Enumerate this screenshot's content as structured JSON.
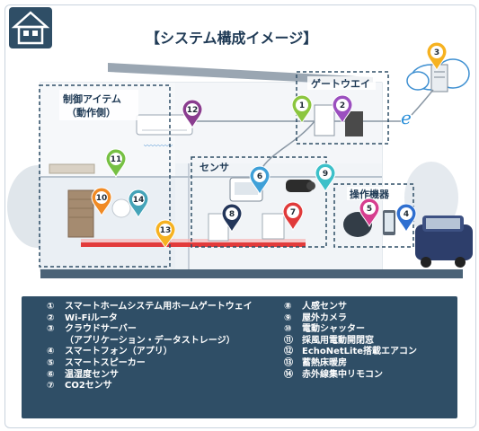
{
  "title": "【システム構成イメージ】",
  "areas": {
    "control": "制御アイテム",
    "control_sub": "（動作側）",
    "gateway": "ゲートウエイ",
    "sensor": "センサ",
    "operation": "操作機器"
  },
  "pins": [
    {
      "id": "1",
      "color": "#8cc63f"
    },
    {
      "id": "2",
      "color": "#9b4fbf"
    },
    {
      "id": "3",
      "color": "#f6b221"
    },
    {
      "id": "4",
      "color": "#2f6fd0"
    },
    {
      "id": "5",
      "color": "#d63e8f"
    },
    {
      "id": "6",
      "color": "#3fa0d8"
    },
    {
      "id": "7",
      "color": "#e03a3a"
    },
    {
      "id": "8",
      "color": "#23365a"
    },
    {
      "id": "9",
      "color": "#3cc0c9"
    },
    {
      "id": "10",
      "color": "#f08a24"
    },
    {
      "id": "11",
      "color": "#76c043"
    },
    {
      "id": "12",
      "color": "#8a3d8f"
    },
    {
      "id": "13",
      "color": "#f6b221"
    },
    {
      "id": "14",
      "color": "#44a3b8"
    }
  ],
  "legend": {
    "left": [
      {
        "num": "①",
        "text": "スマートホームシステム用ホームゲートウェイ"
      },
      {
        "num": "②",
        "text": "Wi-Fiルータ"
      },
      {
        "num": "③",
        "text": "クラウドサーバー"
      },
      {
        "num": "",
        "text": "（アプリケーション・データストレージ）"
      },
      {
        "num": "④",
        "text": "スマートフォン（アプリ）"
      },
      {
        "num": "⑤",
        "text": "スマートスピーカー"
      },
      {
        "num": "⑥",
        "text": "温湿度センサ"
      },
      {
        "num": "⑦",
        "text": "CO2センサ"
      }
    ],
    "right": [
      {
        "num": "⑧",
        "text": "人感センサ"
      },
      {
        "num": "⑨",
        "text": "屋外カメラ"
      },
      {
        "num": "⑩",
        "text": "電動シャッター"
      },
      {
        "num": "⑪",
        "text": "採風用電動開閉窓"
      },
      {
        "num": "⑫",
        "text": "EchoNetLite搭載エアコン"
      },
      {
        "num": "⑬",
        "text": "蓄熱床暖房"
      },
      {
        "num": "⑭",
        "text": "赤外線集中リモコン"
      }
    ]
  }
}
